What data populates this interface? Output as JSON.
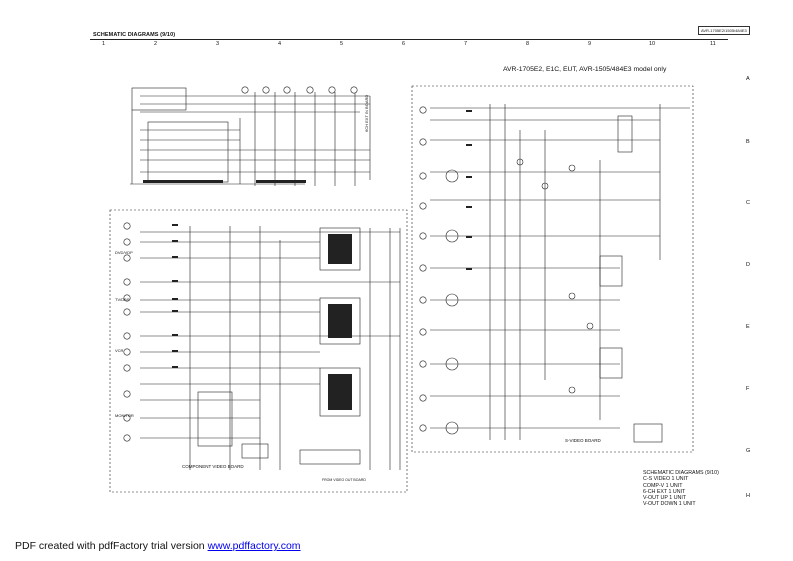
{
  "header": {
    "title": "SCHEMATIC DIAGRAMS (9/10)",
    "model_box": "AVR-1705E2/1505/484E3"
  },
  "columns": [
    "1",
    "2",
    "3",
    "4",
    "5",
    "6",
    "7",
    "8",
    "9",
    "10",
    "11"
  ],
  "rows": [
    "A",
    "B",
    "C",
    "D",
    "E",
    "F",
    "G",
    "H"
  ],
  "model_note": "AVR-1705E2, E1C, EUT, AVR-1505/484E3 model only",
  "boards": {
    "ext_in": "6CH EXT IN BOARD",
    "component_video": "COMPONENT VIDEO BOARD",
    "s_video": "S-VIDEO BOARD",
    "from_video_out": "FROM VIDEO OUT BOARD"
  },
  "input_labels": [
    "DVD/VDP",
    "TV/DBS",
    "VCR",
    "MONITOR"
  ],
  "title_block": {
    "title": "SCHEMATIC DIAGRAMS (9/10)",
    "lines": [
      "C-S VIDEO 1 UNIT",
      "COMP-V 1 UNIT",
      "6-CH EXT 1 UNIT",
      "V-OUT UP 1 UNIT",
      "V-OUT DOWN 1 UNIT"
    ]
  },
  "footer": {
    "text": "PDF created with pdfFactory trial version ",
    "link": "www.pdffactory.com"
  }
}
